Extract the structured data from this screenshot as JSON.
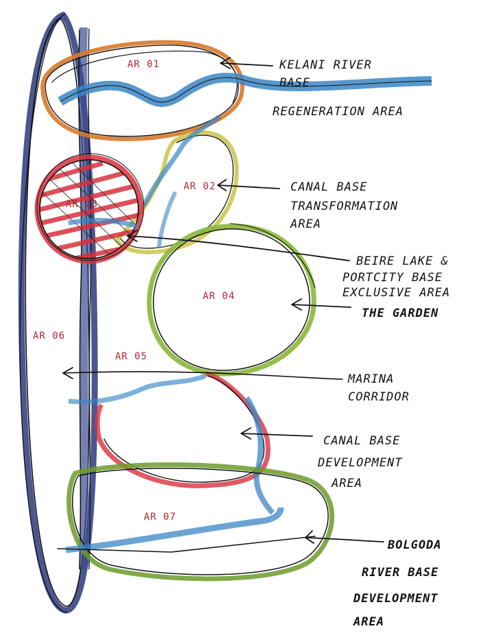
{
  "colors": {
    "orange": "#d9792a",
    "red": "#d8323e",
    "yellow_green": "#c9c448",
    "green": "#8ab83a",
    "olive_green": "#6c9b2a",
    "navy": "#2c3a7a",
    "river_blue": "#3a86c4",
    "ink": "#111111",
    "area_id_red": "#b3262e"
  },
  "areas": {
    "ar01": "AR 01",
    "ar02": "AR 02",
    "ar03": "AR 03",
    "ar04": "AR 04",
    "ar05": "AR 05",
    "ar06": "AR 06",
    "ar07": "AR 07"
  },
  "labels": {
    "kelani": [
      "KELANI RIVER",
      "BASE",
      "REGENERATION AREA"
    ],
    "canal_transform": [
      "CANAL BASE",
      "TRANSFORMATION",
      "AREA"
    ],
    "beire": [
      "BEIRE LAKE &",
      "PORTCITY BASE",
      "EXCLUSIVE AREA"
    ],
    "garden": "THE GARDEN",
    "marina": [
      "MARINA",
      "CORRIDOR"
    ],
    "canal_dev": [
      "CANAL BASE",
      "DEVELOPMENT",
      "AREA"
    ],
    "bolgoda": [
      "BOLGODA",
      "RIVER BASE",
      "DEVELOPMENT",
      "AREA"
    ]
  }
}
